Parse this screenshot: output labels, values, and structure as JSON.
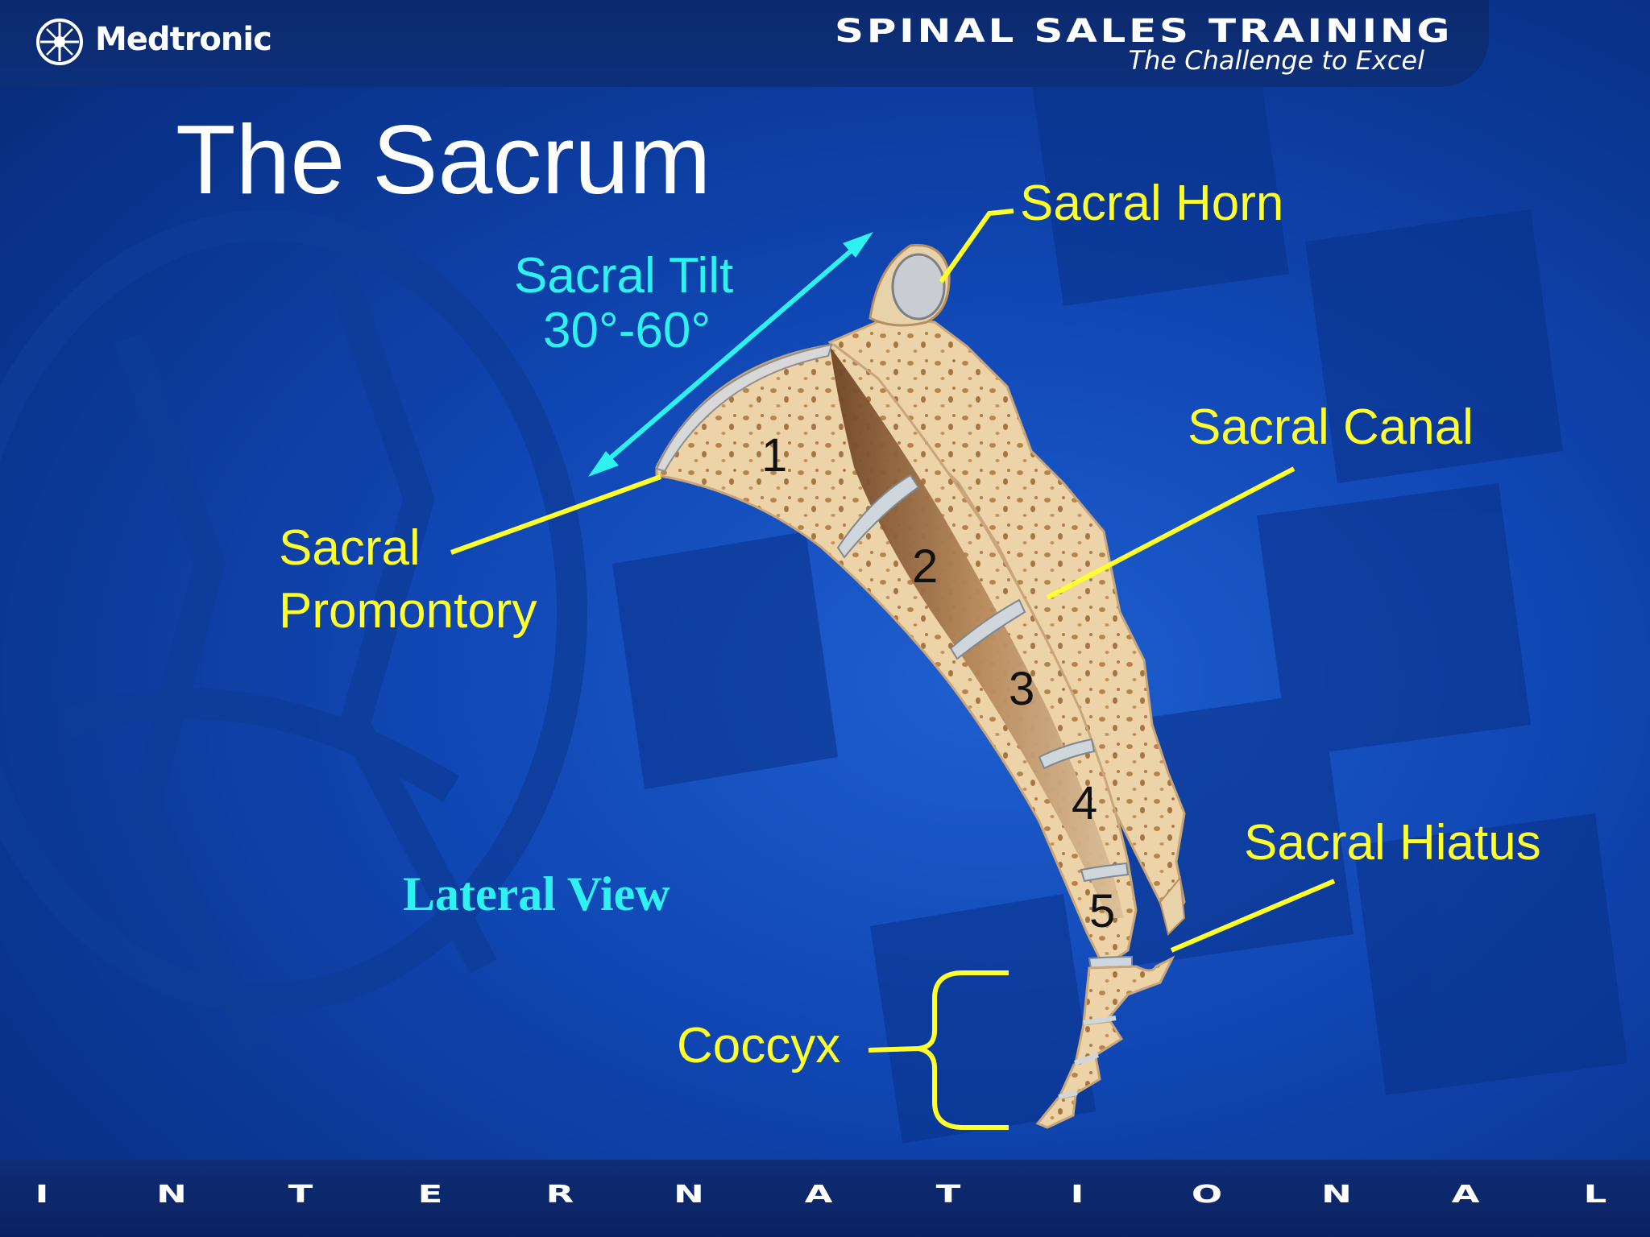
{
  "header": {
    "brand": "Medtronic",
    "program": "SPINAL SALES TRAINING",
    "tagline": "The Challenge to Excel"
  },
  "slide": {
    "title": "The Sacrum",
    "view_label": "Lateral View"
  },
  "labels": {
    "sacral_horn": "Sacral Horn",
    "sacral_tilt": "Sacral Tilt",
    "sacral_tilt_range": "30°-60°",
    "sacral_canal": "Sacral Canal",
    "sacral_promontory_1": "Sacral",
    "sacral_promontory_2": "Promontory",
    "sacral_hiatus": "Sacral Hiatus",
    "coccyx": "Coccyx"
  },
  "vertebrae": [
    "1",
    "2",
    "3",
    "4",
    "5"
  ],
  "footer": {
    "letters": [
      "I",
      "N",
      "T",
      "E",
      "R",
      "N",
      "A",
      "T",
      "I",
      "O",
      "N",
      "A",
      "L"
    ]
  },
  "colors": {
    "label_yellow": "#ffff2e",
    "label_cyan": "#2ef2f2",
    "bone": "#e9cfa4",
    "canal": "#a87a4e",
    "header": "#0c2a6e"
  },
  "icons": {
    "logo": "medtronic-logo-icon"
  }
}
